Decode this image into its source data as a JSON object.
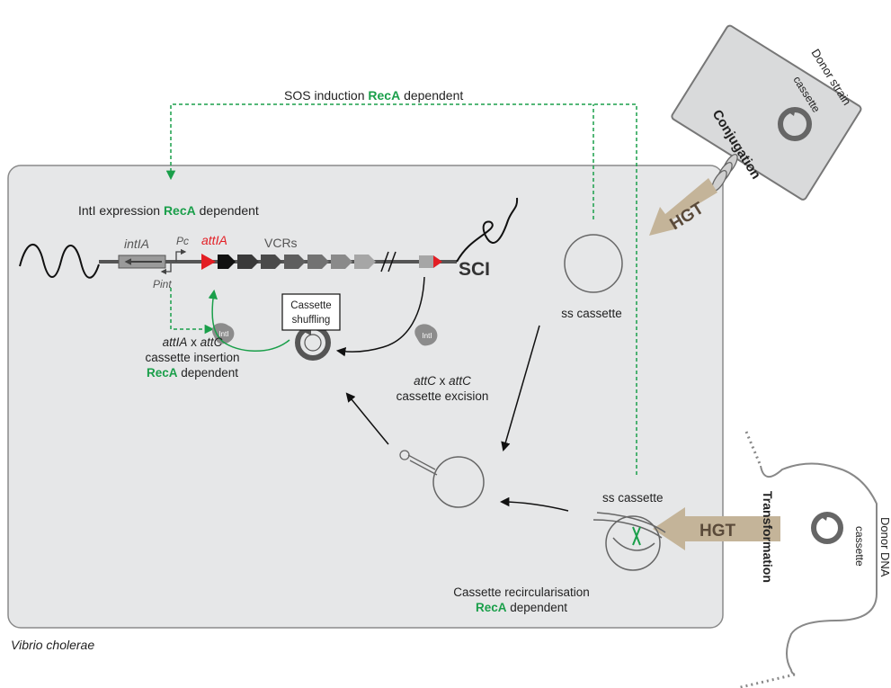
{
  "colors": {
    "cell_fill": "#e6e7e8",
    "cell_stroke": "#8a8a8a",
    "green": "#1a9f4a",
    "red": "#e31e24",
    "hgt_arrow": "#c4b499",
    "gene_dark": "#3a3a3a",
    "gene_black": "#111111",
    "gene_light": "#a6a6a6"
  },
  "labels": {
    "sos_pre": "SOS induction ",
    "sos_reca": "RecA",
    "sos_post": " dependent",
    "intl_pre": "IntI expression ",
    "intl_reca": "RecA",
    "intl_post": " dependent",
    "intIA": "intIA",
    "pc": "Pc",
    "pint": "Pint",
    "attIA": "attIA",
    "vcrs": "VCRs",
    "sci": "SCI",
    "cassette_shuffling_1": "Cassette",
    "cassette_shuffling_2": "shuffling",
    "intl_protein": "IntI",
    "insertion_attIA": "attIA",
    "insertion_x": " x ",
    "insertion_attC": "attC",
    "insertion_line2": "cassette insertion",
    "insertion_reca": "RecA",
    "insertion_dep": " dependent",
    "excision_attC1": "attC",
    "excision_x": " x ",
    "excision_attC2": "attC",
    "excision_line2": "cassette excision",
    "ss_cassette_1": "ss cassette",
    "ss_cassette_2": "ss cassette",
    "recirc_line1": "Cassette recircularisation",
    "recirc_reca": "RecA",
    "recirc_dep": " dependent",
    "organism": "Vibrio cholerae",
    "hgt_top": "HGT",
    "hgt_bottom": "HGT",
    "conjugation": "Conjugation",
    "transformation": "Transformation",
    "donor_strain": "Donor strain",
    "donor_strain_cassette": "cassette",
    "donor_dna": "Donor DNA",
    "donor_dna_cassette": "cassette"
  }
}
